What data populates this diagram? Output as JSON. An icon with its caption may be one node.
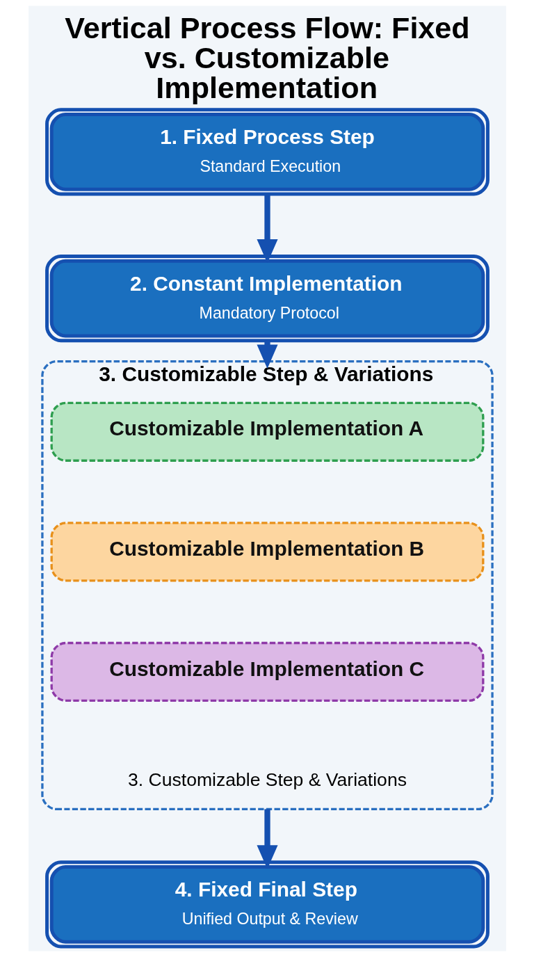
{
  "diagram": {
    "title": "Vertical Process Flow: Fixed vs. Customizable Implementation",
    "nodes": [
      {
        "text": [
          "1. Fixed Process Step",
          "Standard Execution"
        ]
      },
      {
        "text": [
          "2. Constant Implementation",
          "Mandatory Protocol"
        ]
      },
      {
        "text": [
          "3. Customizable Step & Variations",
          "3. Customizable Step & Variations"
        ]
      },
      {
        "text": [
          "Customizable Implementation A"
        ],
        "in": 2
      },
      {
        "text": [
          "Customizable Implementation B"
        ],
        "in": 2
      },
      {
        "text": [
          "Customizable Implementation C"
        ],
        "in": 2
      },
      {
        "text": [
          "4. Fixed Final Step",
          "Unified Output & Review"
        ]
      }
    ],
    "edges": [
      {
        "from": 0,
        "to": 1,
        "arrow": "to"
      },
      {
        "from": 1,
        "to": 2,
        "arrow": "to"
      },
      {
        "from": 2,
        "to": 6,
        "arrow": "to"
      }
    ]
  }
}
